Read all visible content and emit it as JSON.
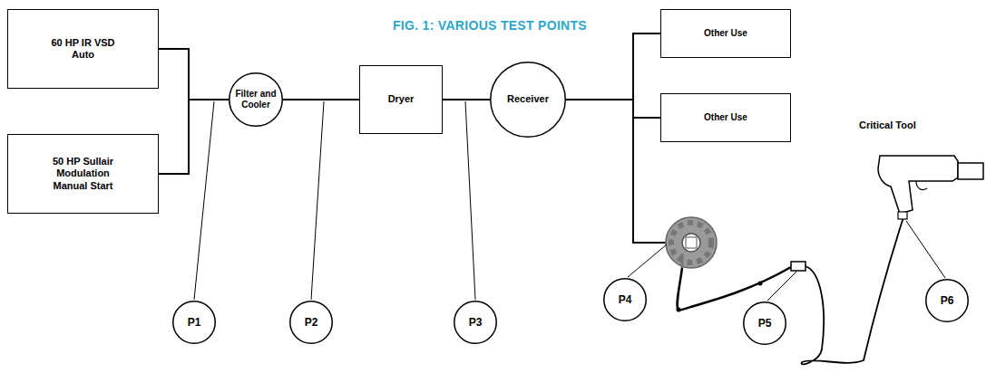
{
  "diagram": {
    "title": "FIG. 1: VARIOUS TEST POINTS",
    "nodes": [
      {
        "text": [
          "60 HP IR VSD Auto"
        ]
      },
      {
        "text": [
          "50 HP Sullair Modulation Manual Start"
        ]
      },
      {
        "text": [
          "Filter and Cooler"
        ]
      },
      {
        "text": [
          "Dryer"
        ]
      },
      {
        "text": [
          "Receiver"
        ]
      },
      {
        "text": [
          "Other Use"
        ]
      },
      {
        "text": [
          "Other Use"
        ]
      },
      {
        "text": [
          "P1"
        ]
      },
      {
        "text": [
          "P2"
        ]
      },
      {
        "text": [
          "P3"
        ]
      },
      {
        "text": [
          "P4"
        ]
      },
      {
        "text": [
          "P5"
        ]
      },
      {
        "text": [
          "P6"
        ]
      }
    ],
    "edges": [
      {
        "from": 0,
        "to": 2,
        "arrow": "none"
      },
      {
        "from": 1,
        "to": 2,
        "arrow": "none"
      },
      {
        "from": 2,
        "to": 3,
        "arrow": "none"
      },
      {
        "from": 3,
        "to": 4,
        "arrow": "none"
      },
      {
        "from": 4,
        "to": 5,
        "arrow": "none"
      },
      {
        "from": 4,
        "to": 6,
        "arrow": "none"
      }
    ],
    "labels": [
      "Critical Tool"
    ]
  }
}
